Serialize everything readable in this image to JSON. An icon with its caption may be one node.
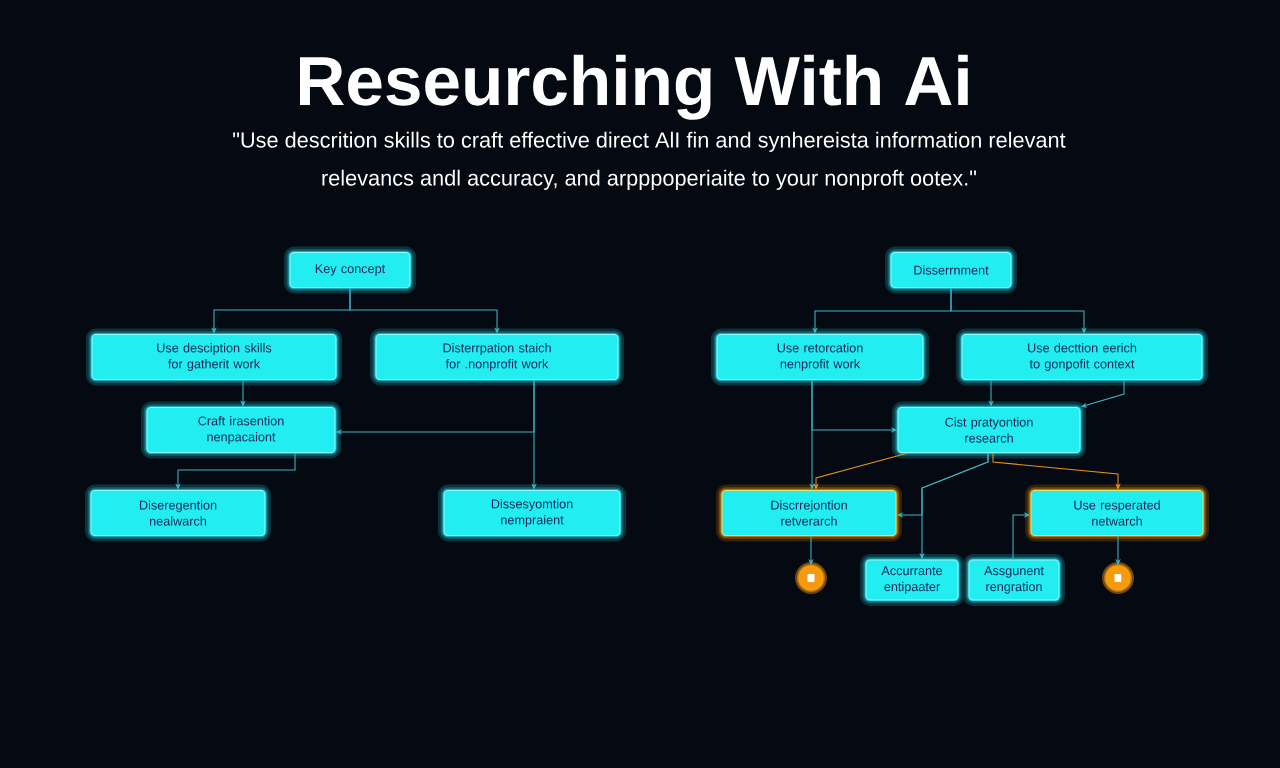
{
  "diagram": {
    "title": "Reseurching With Ai",
    "nodes": [
      {
        "text": [
          "Key concept"
        ]
      },
      {
        "text": [
          "Use desciption skills for gatherit work"
        ]
      },
      {
        "text": [
          "Disterrpation staich for .nonprofit work"
        ]
      },
      {
        "text": [
          "Craft irasention nenpacaiont"
        ]
      },
      {
        "text": [
          "Diseregention nealwarch"
        ]
      },
      {
        "text": [
          "Dissesyomtion nempraient"
        ]
      },
      {
        "text": [
          "Disserrnment"
        ]
      },
      {
        "text": [
          "Use retorcation nenprofit work"
        ]
      },
      {
        "text": [
          "Use decttion eerich to gonpofit context"
        ]
      },
      {
        "text": [
          "Cist pratyontion research"
        ]
      },
      {
        "text": [
          "Discrrejontion retverarch"
        ]
      },
      {
        "text": [
          "Use resperated netwarch"
        ]
      },
      {
        "text": [],
        "shape": "circle"
      },
      {
        "text": [
          "Accurrante entipaater"
        ]
      },
      {
        "text": [
          "Assgunent rengration"
        ]
      },
      {
        "text": [],
        "shape": "circle"
      }
    ],
    "edges": [
      {
        "from": 0,
        "to": 1,
        "arrow": "to"
      },
      {
        "from": 0,
        "to": 2,
        "arrow": "to"
      },
      {
        "from": 1,
        "to": 3,
        "arrow": "to"
      },
      {
        "from": 2,
        "to": 5,
        "arrow": "to"
      },
      {
        "from": 2,
        "to": 3,
        "arrow": "to"
      },
      {
        "from": 3,
        "to": 4,
        "arrow": "to"
      },
      {
        "from": 6,
        "to": 7,
        "arrow": "to"
      },
      {
        "from": 6,
        "to": 8,
        "arrow": "to"
      },
      {
        "from": 8,
        "to": 9,
        "arrow": "to"
      },
      {
        "from": 8,
        "to": 9,
        "arrow": "to"
      },
      {
        "from": 7,
        "to": 9,
        "arrow": "to"
      },
      {
        "from": 7,
        "to": 10,
        "arrow": "to"
      },
      {
        "from": 9,
        "to": 10,
        "arrow": "to",
        "color": "#e8901a"
      },
      {
        "from": 9,
        "to": 11,
        "arrow": "to",
        "color": "#e8901a"
      },
      {
        "from": 9,
        "to": 13,
        "arrow": "to"
      },
      {
        "from": 9,
        "to": 10,
        "arrow": "to"
      },
      {
        "from": 14,
        "to": 11,
        "arrow": "to"
      },
      {
        "from": 10,
        "to": 12,
        "arrow": "to"
      },
      {
        "from": 11,
        "to": 15,
        "arrow": "to"
      }
    ],
    "labels": [
      "\"Use descrition skills to craft effective direct AlI fin and synhereista information relevant relevancs andl accuracy, and arpppoperiaite to your nonproft ootex.\""
    ]
  }
}
